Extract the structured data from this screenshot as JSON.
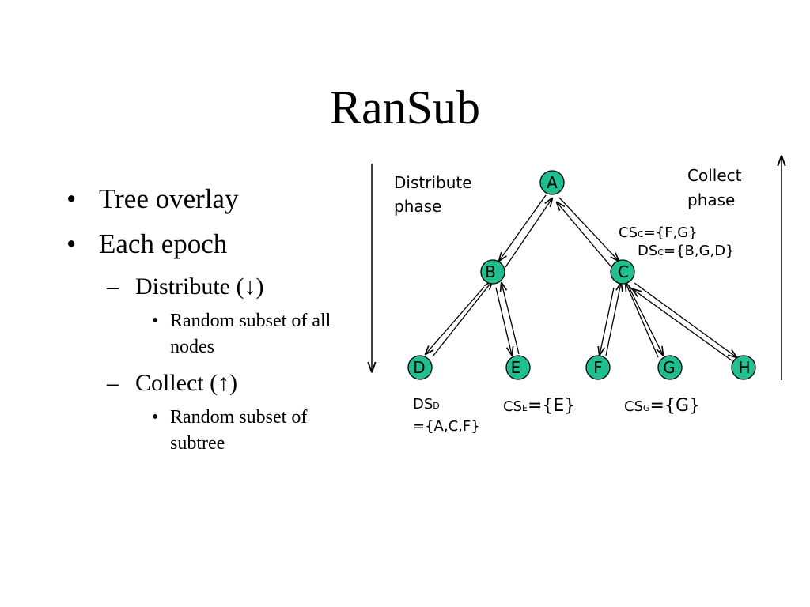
{
  "slide": {
    "title": "RanSub"
  },
  "bullets": [
    {
      "level": 1,
      "marker": "•",
      "text": "Tree overlay"
    },
    {
      "level": 1,
      "marker": "•",
      "text": "Each epoch"
    },
    {
      "level": 2,
      "marker": "–",
      "text": "Distribute (↓)"
    },
    {
      "level": 3,
      "marker": "•",
      "text": "Random subset of all nodes"
    },
    {
      "level": 2,
      "marker": "–",
      "text": "Collect (↑)"
    },
    {
      "level": 3,
      "marker": "•",
      "text": "Random subset of subtree"
    }
  ],
  "diagram": {
    "node_color": "#1fbf8f",
    "nodes": [
      "A",
      "B",
      "C",
      "D",
      "E",
      "F",
      "G",
      "H"
    ],
    "edges": [
      [
        "A",
        "B"
      ],
      [
        "A",
        "C"
      ],
      [
        "B",
        "D"
      ],
      [
        "B",
        "E"
      ],
      [
        "C",
        "F"
      ],
      [
        "C",
        "G"
      ],
      [
        "C",
        "H"
      ]
    ],
    "distribute_label": [
      "Distribute",
      "phase"
    ],
    "collect_label": [
      "Collect",
      "phase"
    ],
    "annotations": {
      "cs_c": {
        "main": "CS",
        "sub": "C",
        "rest": "={F,G}"
      },
      "ds_c": {
        "main": "DS",
        "sub": "C",
        "rest": "={B,G,D}"
      },
      "ds_d": {
        "main": "DS",
        "sub": "D",
        "rest": "={A,C,F}"
      },
      "cs_e": {
        "main": "CS",
        "sub": "E",
        "rest": "={E}"
      },
      "cs_g": {
        "main": "CS",
        "sub": "G",
        "rest": "={G}"
      }
    }
  }
}
